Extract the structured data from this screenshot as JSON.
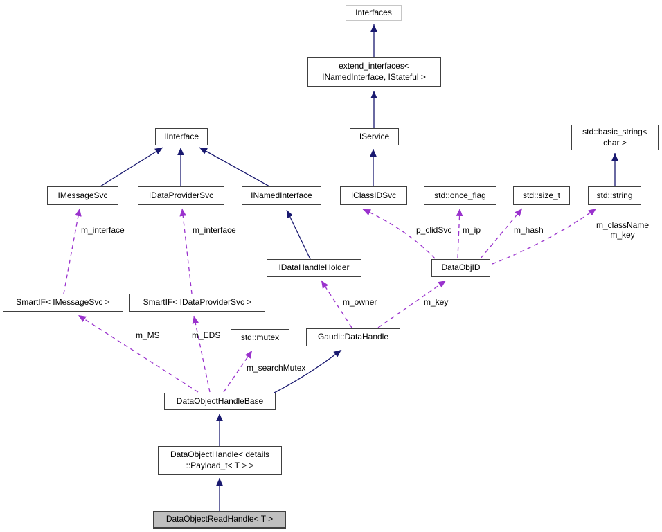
{
  "colors": {
    "inheritance": "#191970",
    "usage": "#9a32cd",
    "node_border": "#404040",
    "external_border": "#c6c6c6",
    "current_fill": "#bfbfbf",
    "background": "#ffffff"
  },
  "nodes": {
    "interfaces": {
      "label": "Interfaces"
    },
    "extend_interfaces": {
      "label": "extend_interfaces<\nINamedInterface, IStateful >"
    },
    "iservice": {
      "label": "IService"
    },
    "iinterface": {
      "label": "IInterface"
    },
    "imessagesvc": {
      "label": "IMessageSvc"
    },
    "idataprovidersvc": {
      "label": "IDataProviderSvc"
    },
    "inamedinterface": {
      "label": "INamedInterface"
    },
    "iclassidsvc": {
      "label": "IClassIDSvc"
    },
    "std_once_flag": {
      "label": "std::once_flag"
    },
    "std_size_t": {
      "label": "std::size_t"
    },
    "std_string": {
      "label": "std::string"
    },
    "std_basic_string": {
      "label": "std::basic_string<\nchar >"
    },
    "idatahandleholder": {
      "label": "IDataHandleHolder"
    },
    "dataobjid": {
      "label": "DataObjID"
    },
    "smartif_imessagesvc": {
      "label": "SmartIF< IMessageSvc >"
    },
    "smartif_idataprovidersvc": {
      "label": "SmartIF< IDataProviderSvc >"
    },
    "std_mutex": {
      "label": "std::mutex"
    },
    "gaudi_datahandle": {
      "label": "Gaudi::DataHandle"
    },
    "dataobjecthandlebase": {
      "label": "DataObjectHandleBase"
    },
    "dataobjecthandle": {
      "label": "DataObjectHandle< details\n::Payload_t< T > >"
    },
    "dataobjectreadhandle": {
      "label": "DataObjectReadHandle< T >"
    }
  },
  "edge_labels": {
    "m_interface_ms": "m_interface",
    "m_interface_eds": "m_interface",
    "p_clidsvc": "p_clidSvc",
    "m_ip": "m_ip",
    "m_hash": "m_hash",
    "m_classname_m_key": "m_className\nm_key",
    "m_owner": "m_owner",
    "m_key": "m_key",
    "m_ms": "m_MS",
    "m_eds": "m_EDS",
    "m_searchmutex": "m_searchMutex"
  },
  "edges": [
    {
      "from": "extend_interfaces",
      "to": "interfaces",
      "type": "inheritance"
    },
    {
      "from": "iservice",
      "to": "extend_interfaces",
      "type": "inheritance"
    },
    {
      "from": "iclassidsvc",
      "to": "iservice",
      "type": "inheritance"
    },
    {
      "from": "imessagesvc",
      "to": "iinterface",
      "type": "inheritance"
    },
    {
      "from": "idataprovidersvc",
      "to": "iinterface",
      "type": "inheritance"
    },
    {
      "from": "inamedinterface",
      "to": "iinterface",
      "type": "inheritance"
    },
    {
      "from": "std_string",
      "to": "std_basic_string",
      "type": "inheritance"
    },
    {
      "from": "idatahandleholder",
      "to": "inamedinterface",
      "type": "inheritance"
    },
    {
      "from": "dataobjecthandlebase",
      "to": "gaudi_datahandle",
      "type": "inheritance"
    },
    {
      "from": "dataobjecthandle",
      "to": "dataobjecthandlebase",
      "type": "inheritance"
    },
    {
      "from": "dataobjectreadhandle",
      "to": "dataobjecthandle",
      "type": "inheritance"
    },
    {
      "from": "smartif_imessagesvc",
      "to": "imessagesvc",
      "type": "usage",
      "label": "m_interface"
    },
    {
      "from": "smartif_idataprovidersvc",
      "to": "idataprovidersvc",
      "type": "usage",
      "label": "m_interface"
    },
    {
      "from": "dataobjid",
      "to": "iclassidsvc",
      "type": "usage",
      "label": "p_clidSvc"
    },
    {
      "from": "dataobjid",
      "to": "std_once_flag",
      "type": "usage",
      "label": "m_ip"
    },
    {
      "from": "dataobjid",
      "to": "std_size_t",
      "type": "usage",
      "label": "m_hash"
    },
    {
      "from": "dataobjid",
      "to": "std_string",
      "type": "usage",
      "label": "m_className\nm_key"
    },
    {
      "from": "gaudi_datahandle",
      "to": "idatahandleholder",
      "type": "usage",
      "label": "m_owner"
    },
    {
      "from": "gaudi_datahandle",
      "to": "dataobjid",
      "type": "usage",
      "label": "m_key"
    },
    {
      "from": "dataobjecthandlebase",
      "to": "smartif_imessagesvc",
      "type": "usage",
      "label": "m_MS"
    },
    {
      "from": "dataobjecthandlebase",
      "to": "smartif_idataprovidersvc",
      "type": "usage",
      "label": "m_EDS"
    },
    {
      "from": "dataobjecthandlebase",
      "to": "std_mutex",
      "type": "usage",
      "label": "m_searchMutex"
    }
  ]
}
